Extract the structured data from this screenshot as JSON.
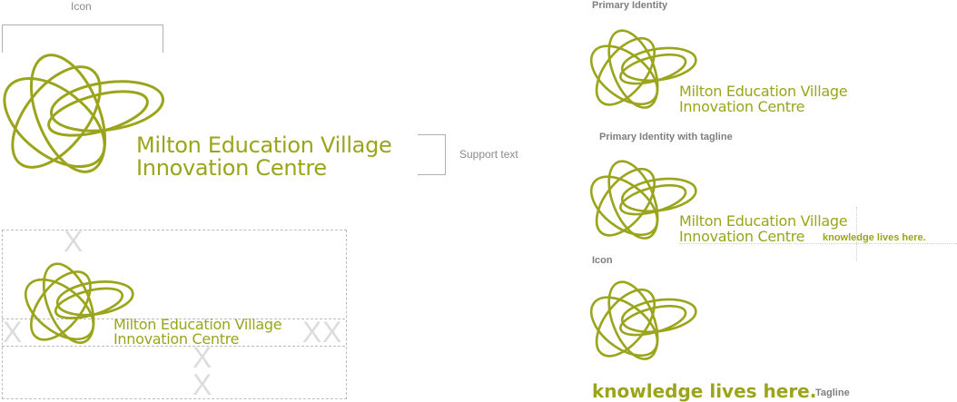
{
  "colors": {
    "brand_green": "#9aa51c",
    "label_gray": "#8a8a8a",
    "guide_gray": "#bdbdbd"
  },
  "main_logo": {
    "icon_label": "Icon",
    "line1": "Milton Education Village",
    "line2": "Innovation Centre",
    "support_label": "Support text"
  },
  "clearspace": {
    "line1": "Milton Education Village",
    "line2": "Innovation Centre",
    "marker": "X"
  },
  "variants": {
    "primary": {
      "heading": "Primary Identity",
      "line1": "Milton Education Village",
      "line2": "Innovation Centre"
    },
    "primary_tagline": {
      "heading": "Primary Identity with tagline",
      "line1": "Milton Education Village",
      "line2": "Innovation Centre",
      "tagline": "knowledge lives here."
    },
    "icon": {
      "heading": "Icon"
    },
    "tagline": {
      "text": "knowledge lives here.",
      "label": "Tagline"
    }
  }
}
